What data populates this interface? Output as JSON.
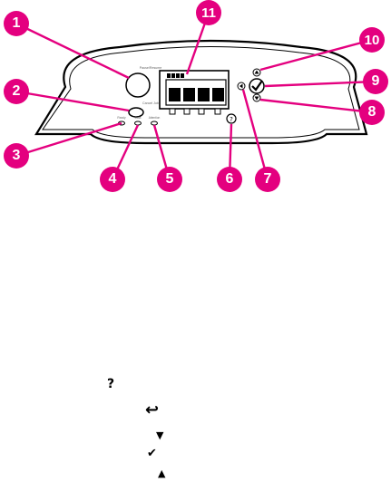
{
  "panel": {
    "button_labels": [
      "Pause/Resume",
      "Cancel Job"
    ],
    "led_labels": [
      "Ready",
      "Data",
      "Attention"
    ],
    "help_symbol": "?"
  },
  "callouts": [
    {
      "number": "1"
    },
    {
      "number": "2"
    },
    {
      "number": "3"
    },
    {
      "number": "4"
    },
    {
      "number": "5"
    },
    {
      "number": "6"
    },
    {
      "number": "7"
    },
    {
      "number": "8"
    },
    {
      "number": "9"
    },
    {
      "number": "10"
    },
    {
      "number": "11"
    }
  ],
  "legend_icons": [
    {
      "icon": "help-icon",
      "glyph": "?"
    },
    {
      "icon": "back-arrow-icon",
      "glyph": "↩"
    },
    {
      "icon": "down-arrow-icon",
      "glyph": "▼"
    },
    {
      "icon": "select-checkmark-icon",
      "glyph": "✔"
    },
    {
      "icon": "up-arrow-icon",
      "glyph": "▲"
    }
  ],
  "colors": {
    "callout": "#e4007f",
    "panel_fill": "#ffffff",
    "line": "#000000"
  }
}
